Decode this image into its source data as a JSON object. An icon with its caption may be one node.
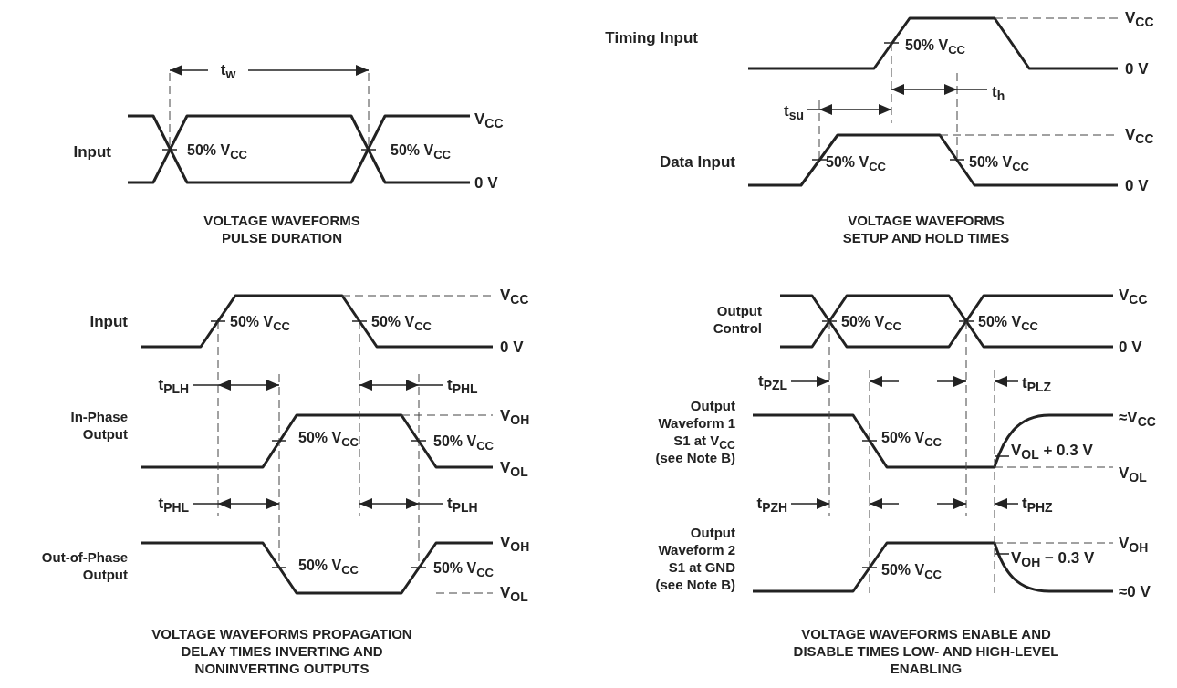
{
  "diagram": {
    "labels": [
      "t$_{w}$",
      "Input",
      "V$_{CC}$",
      "50% V$_{CC}$",
      "50% V$_{CC}$",
      "0 V",
      "VOLTAGE WAVEFORMS PULSE DURATION",
      "Timing Input",
      "V$_{CC}$",
      "50% V$_{CC}$",
      "0 V",
      "t$_{h}$",
      "t$_{su}$",
      "Data Input",
      "V$_{CC}$",
      "50% V$_{CC}$",
      "50% V$_{CC}$",
      "0 V",
      "VOLTAGE WAVEFORMS SETUP AND HOLD TIMES",
      "Input",
      "V$_{CC}$",
      "50% V$_{CC}$",
      "50% V$_{CC}$",
      "0 V",
      "t$_{PLH}$",
      "t$_{PHL}$",
      "In-Phase Output",
      "V$_{OH}$",
      "50% V$_{CC}$",
      "50% V$_{CC}$",
      "V$_{OL}$",
      "t$_{PHL}$",
      "t$_{PLH}$",
      "Out-of-Phase Output",
      "V$_{OH}$",
      "50% V$_{CC}$",
      "50% V$_{CC}$",
      "V$_{OL}$",
      "VOLTAGE WAVEFORMS PROPAGATION DELAY TIMES INVERTING AND NONINVERTING OUTPUTS",
      "Output Control",
      "V$_{CC}$",
      "50% V$_{CC}$",
      "50% V$_{CC}$",
      "0 V",
      "t$_{PZL}$",
      "t$_{PLZ}$",
      "Output Waveform 1 S1 at V$_{CC}$ (see Note B)",
      "≈V$_{CC}$",
      "50% V$_{CC}$",
      "V$_{OL}$ + 0.3 V",
      "V$_{OL}$",
      "t$_{PZH}$",
      "t$_{PHZ}$",
      "Output Waveform 2 S1 at GND (see Note B)",
      "V$_{OH}$",
      "V$_{OH}$ − 0.3 V",
      "50% V$_{CC}$",
      "≈0 V",
      "VOLTAGE WAVEFORMS ENABLE AND DISABLE TIMES LOW- AND HIGH-LEVEL ENABLING"
    ]
  }
}
